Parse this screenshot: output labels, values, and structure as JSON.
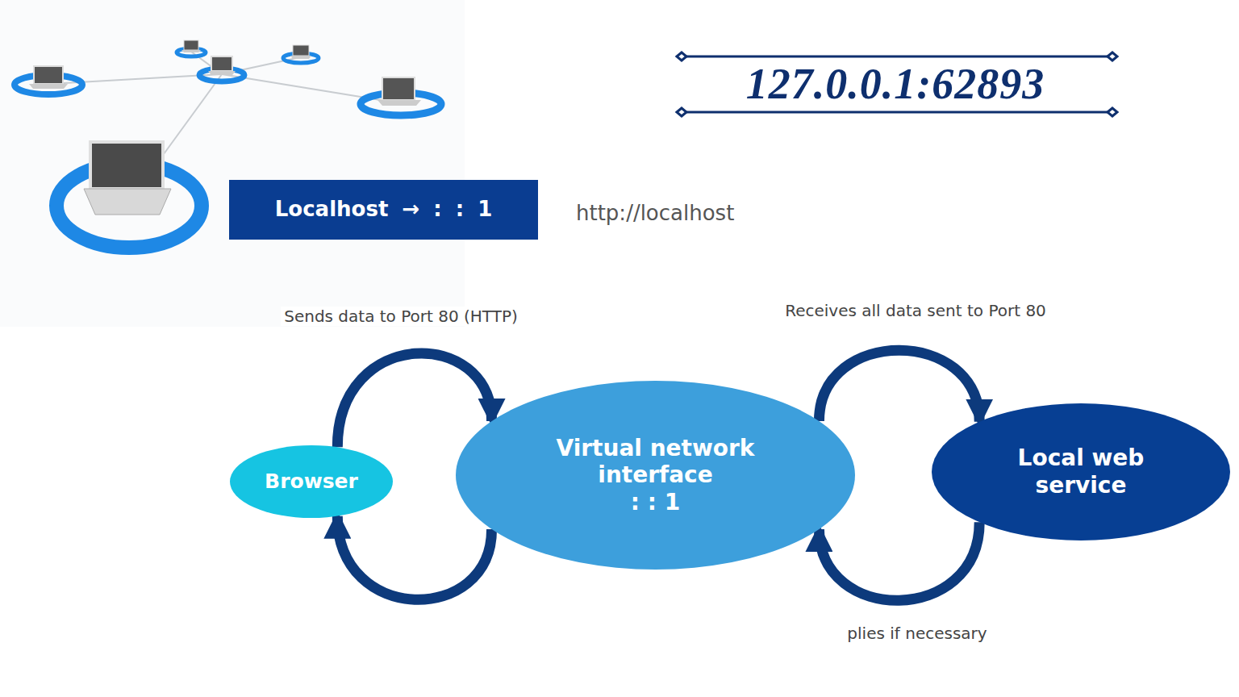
{
  "diagram": {
    "title": "127.0.0.1:62893",
    "nodes": [
      {
        "text": [
          "Localhost → : : 1"
        ]
      },
      {
        "text": [
          "Browser"
        ]
      },
      {
        "text": [
          "Virtual network interface",
          ": : 1"
        ]
      },
      {
        "text": [
          "Local web service"
        ]
      }
    ],
    "edges": [
      {
        "from": 1,
        "to": 2,
        "arrow": "to",
        "label": "Sends data to Port 80 (HTTP)"
      },
      {
        "from": 2,
        "to": 1,
        "arrow": "to"
      },
      {
        "from": 2,
        "to": 3,
        "arrow": "to",
        "label": "Receives all data sent to Port 80"
      },
      {
        "from": 3,
        "to": 2,
        "arrow": "to",
        "label": "plies if necessary"
      }
    ],
    "labels": [
      "http://localhost"
    ]
  }
}
